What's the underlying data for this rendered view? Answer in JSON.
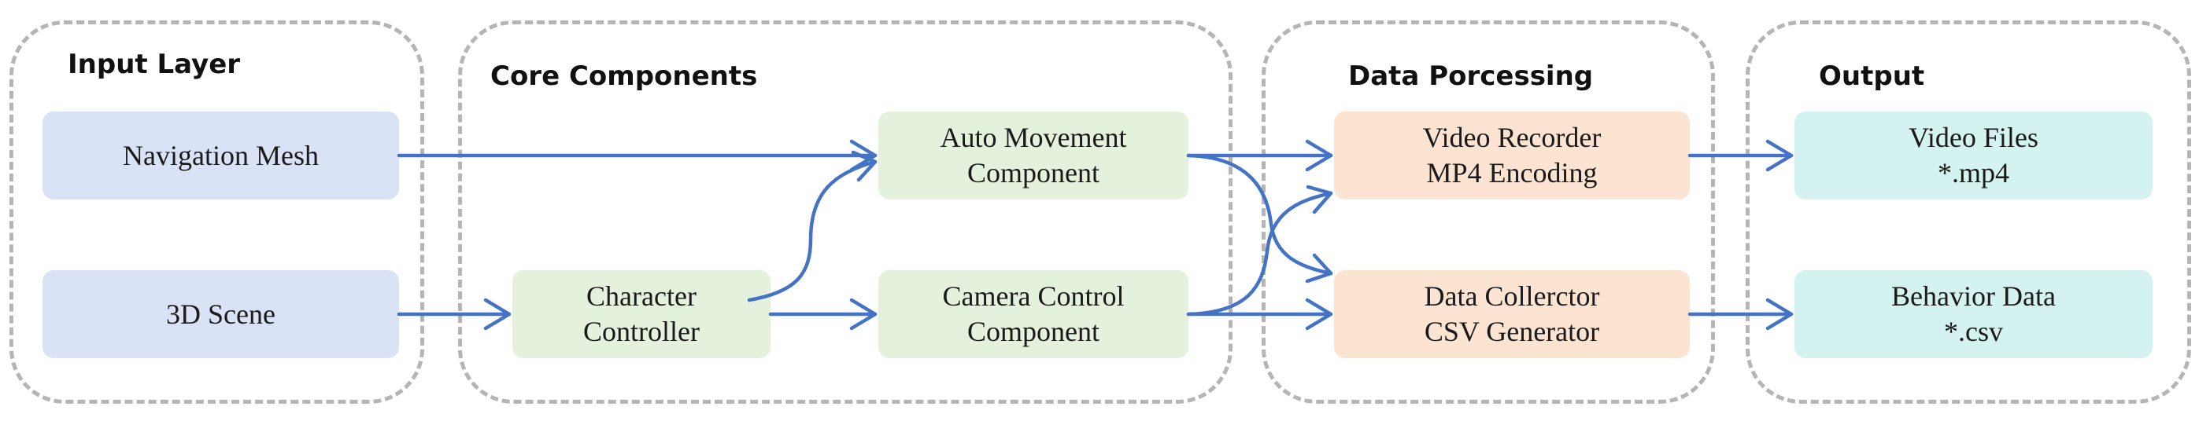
{
  "groups": {
    "input": "Input Layer",
    "core": "Core Components",
    "processing": "Data Porcessing",
    "output": "Output"
  },
  "nodes": {
    "navigation_mesh": [
      "Navigation Mesh"
    ],
    "scene_3d": [
      "3D Scene"
    ],
    "character_controller": [
      "Character",
      "Controller"
    ],
    "auto_movement": [
      "Auto Movement",
      "Component"
    ],
    "camera_control": [
      "Camera Control",
      "Component"
    ],
    "video_recorder": [
      "Video Recorder",
      "MP4 Encoding"
    ],
    "data_collector": [
      "Data Collerctor",
      "CSV Generator"
    ],
    "video_files": [
      "Video Files",
      "*.mp4"
    ],
    "behavior_data": [
      "Behavior Data",
      "*.csv"
    ]
  },
  "colors": {
    "arrow": "#4472c4",
    "input_fill": "#dae3f5",
    "core_fill": "#e4f1dc",
    "processing_fill": "#fce3d2",
    "output_fill": "#d4f2ef",
    "group_border": "#b5b5b5"
  },
  "edges": [
    [
      "navigation_mesh",
      "auto_movement"
    ],
    [
      "scene_3d",
      "character_controller"
    ],
    [
      "character_controller",
      "auto_movement"
    ],
    [
      "character_controller",
      "camera_control"
    ],
    [
      "auto_movement",
      "video_recorder"
    ],
    [
      "auto_movement",
      "data_collector"
    ],
    [
      "camera_control",
      "video_recorder"
    ],
    [
      "camera_control",
      "data_collector"
    ],
    [
      "video_recorder",
      "video_files"
    ],
    [
      "data_collector",
      "behavior_data"
    ]
  ]
}
